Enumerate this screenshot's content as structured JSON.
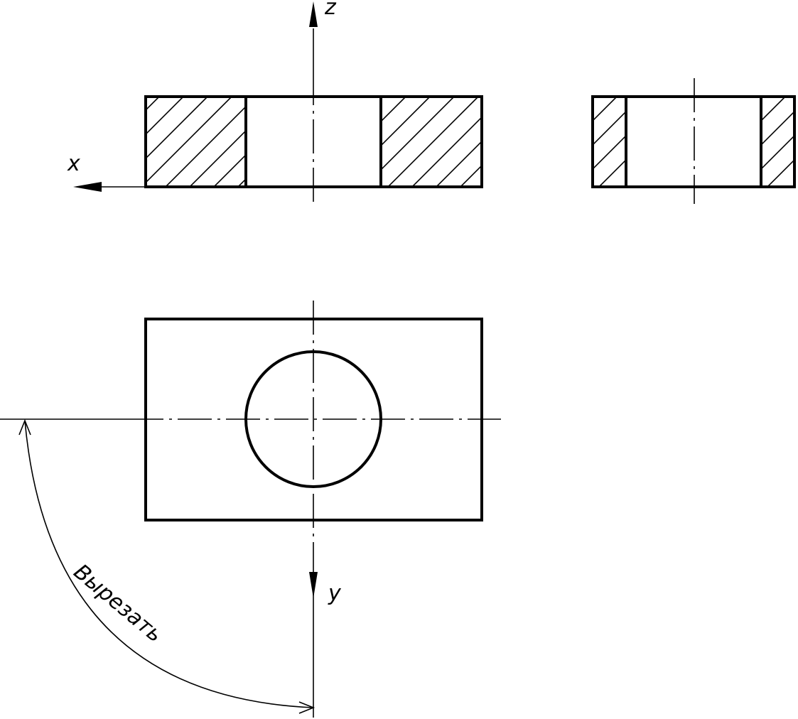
{
  "axes": {
    "x_label": "x",
    "y_label": "y",
    "z_label": "z"
  },
  "annotation": {
    "text": "Вырезать"
  }
}
